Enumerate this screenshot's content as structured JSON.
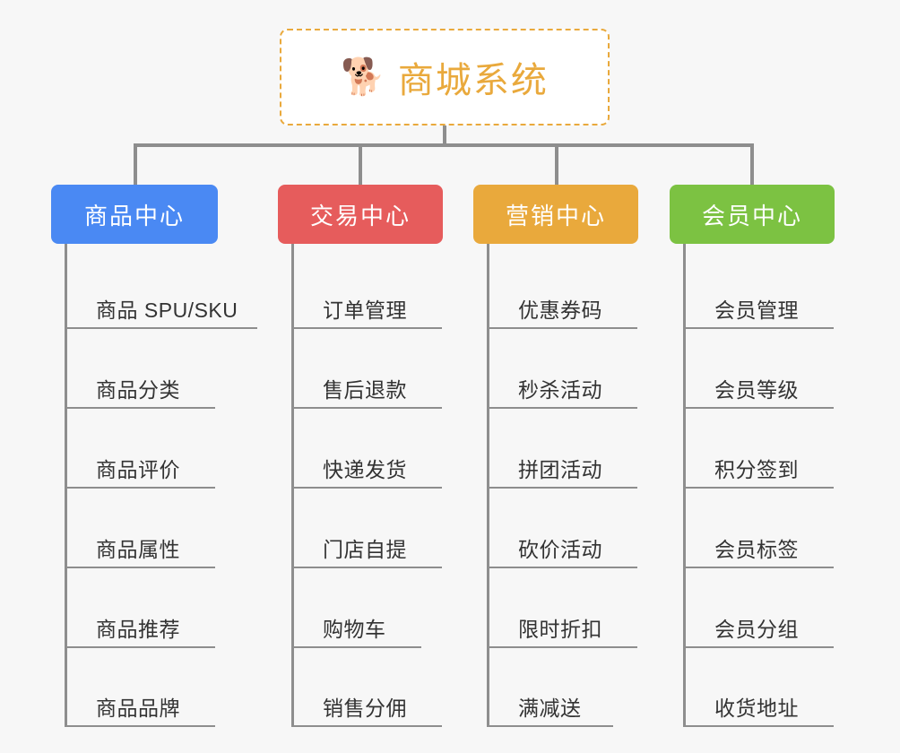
{
  "root": {
    "icon": "shiba-dog-emoji",
    "glyph": "🐕",
    "title": "商城系统",
    "border_color": "#e9a93c",
    "text_color": "#e9a93c"
  },
  "canvas": {
    "background": "#f7f7f7",
    "connector_color": "#8e8e8e"
  },
  "categories": [
    {
      "label": "商品中心",
      "color": "#4a89f3",
      "items": [
        "商品 SPU/SKU",
        "商品分类",
        "商品评价",
        "商品属性",
        "商品推荐",
        "商品品牌"
      ]
    },
    {
      "label": "交易中心",
      "color": "#e65c5c",
      "items": [
        "订单管理",
        "售后退款",
        "快递发货",
        "门店自提",
        "购物车",
        "销售分佣"
      ]
    },
    {
      "label": "营销中心",
      "color": "#e9a93c",
      "items": [
        "优惠券码",
        "秒杀活动",
        "拼团活动",
        "砍价活动",
        "限时折扣",
        "满减送"
      ]
    },
    {
      "label": "会员中心",
      "color": "#7cc242",
      "items": [
        "会员管理",
        "会员等级",
        "积分签到",
        "会员标签",
        "会员分组",
        "收货地址"
      ]
    }
  ]
}
